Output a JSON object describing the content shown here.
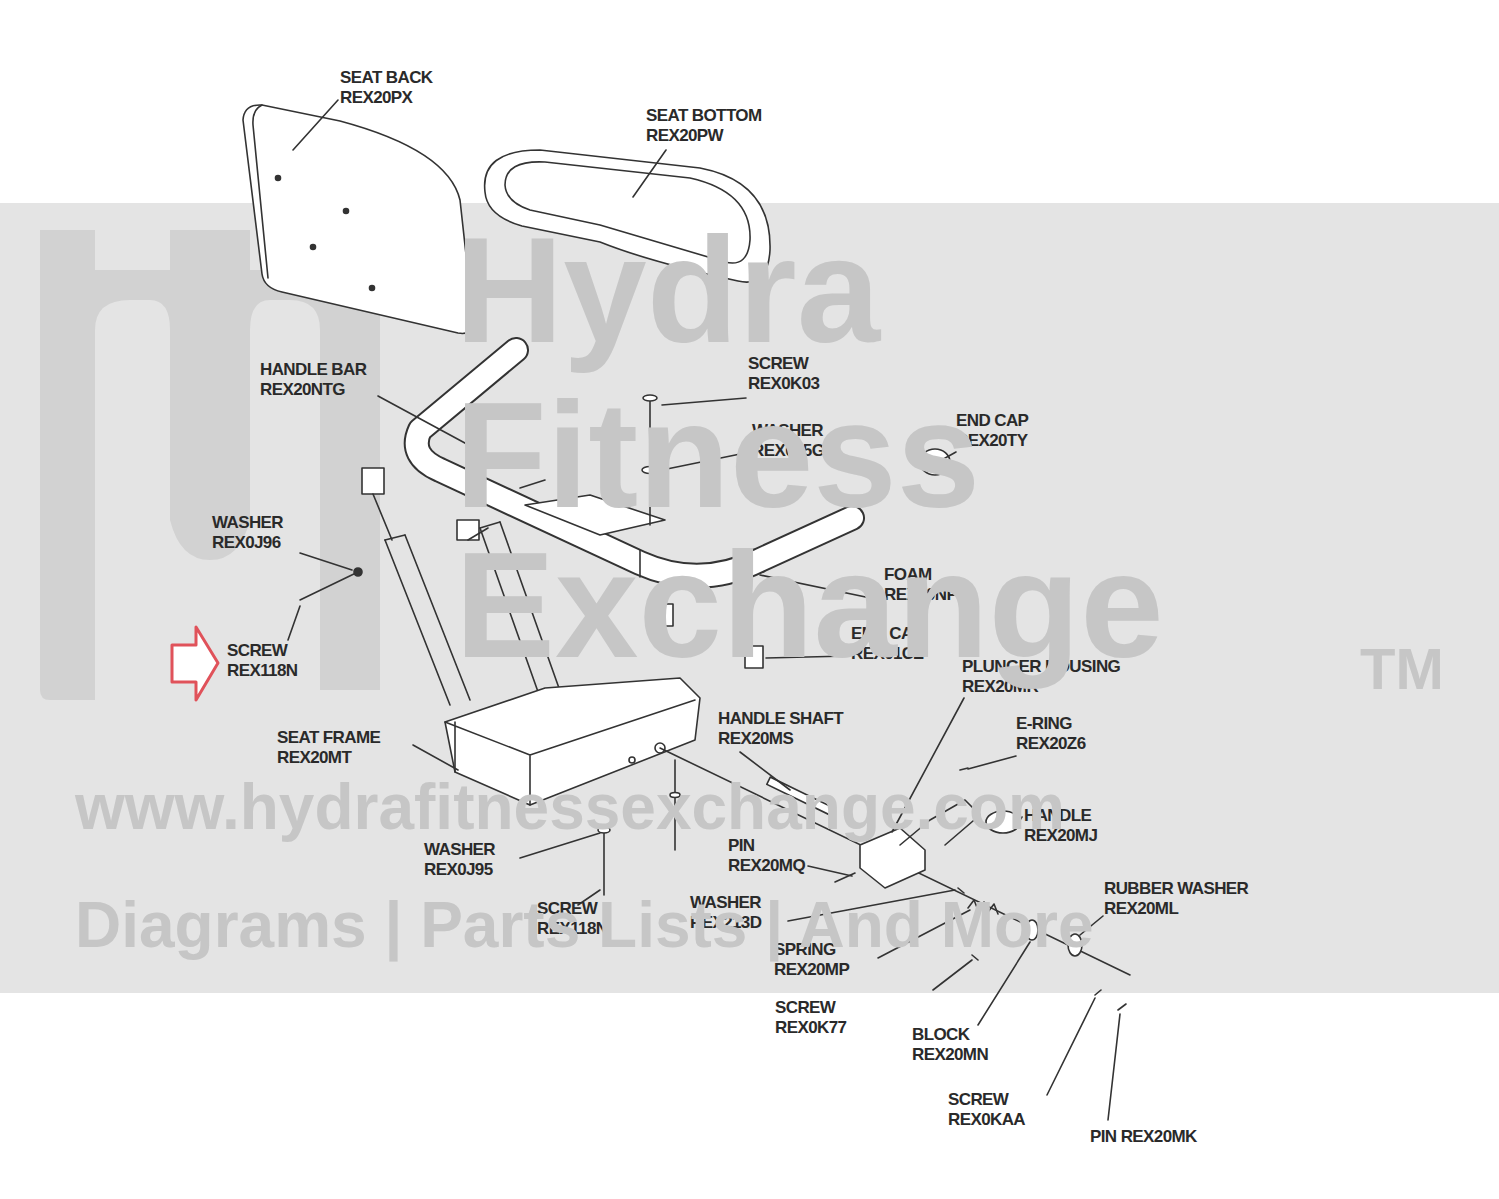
{
  "diagram": {
    "labels": [
      "SEAT BACK REX20PX",
      "SEAT BOTTOM REX20PW",
      "HANDLE BAR REX20NTG",
      "SCREW REX0K03",
      "WASHER REX0J5G",
      "END CAP REX20TY",
      "WASHER REX0J96",
      "FOAM REX20NF",
      "END CAP REX01CZ",
      "SCREW REX118N",
      "PLUNGER HOUSING REX20MR",
      "HANDLE SHAFT REX20MS",
      "E-RING REX20Z6",
      "SEAT FRAME REX20MT",
      "HANDLE REX20MJ",
      "PIN REX20MQ",
      "WASHER REX0J95",
      "RUBBER WASHER REX20ML",
      "WASHER REX213D",
      "SCREW REX118N",
      "SPRING REX20MP",
      "SCREW REX0K77",
      "BLOCK REX20MN",
      "SCREW REX0KAA",
      "PIN REX20MK",
      "Hydra",
      "Fitness",
      "Exchange",
      "TM",
      "www.hydrafitnessexchange.com",
      "Diagrams | Parts Lists | And More"
    ]
  }
}
